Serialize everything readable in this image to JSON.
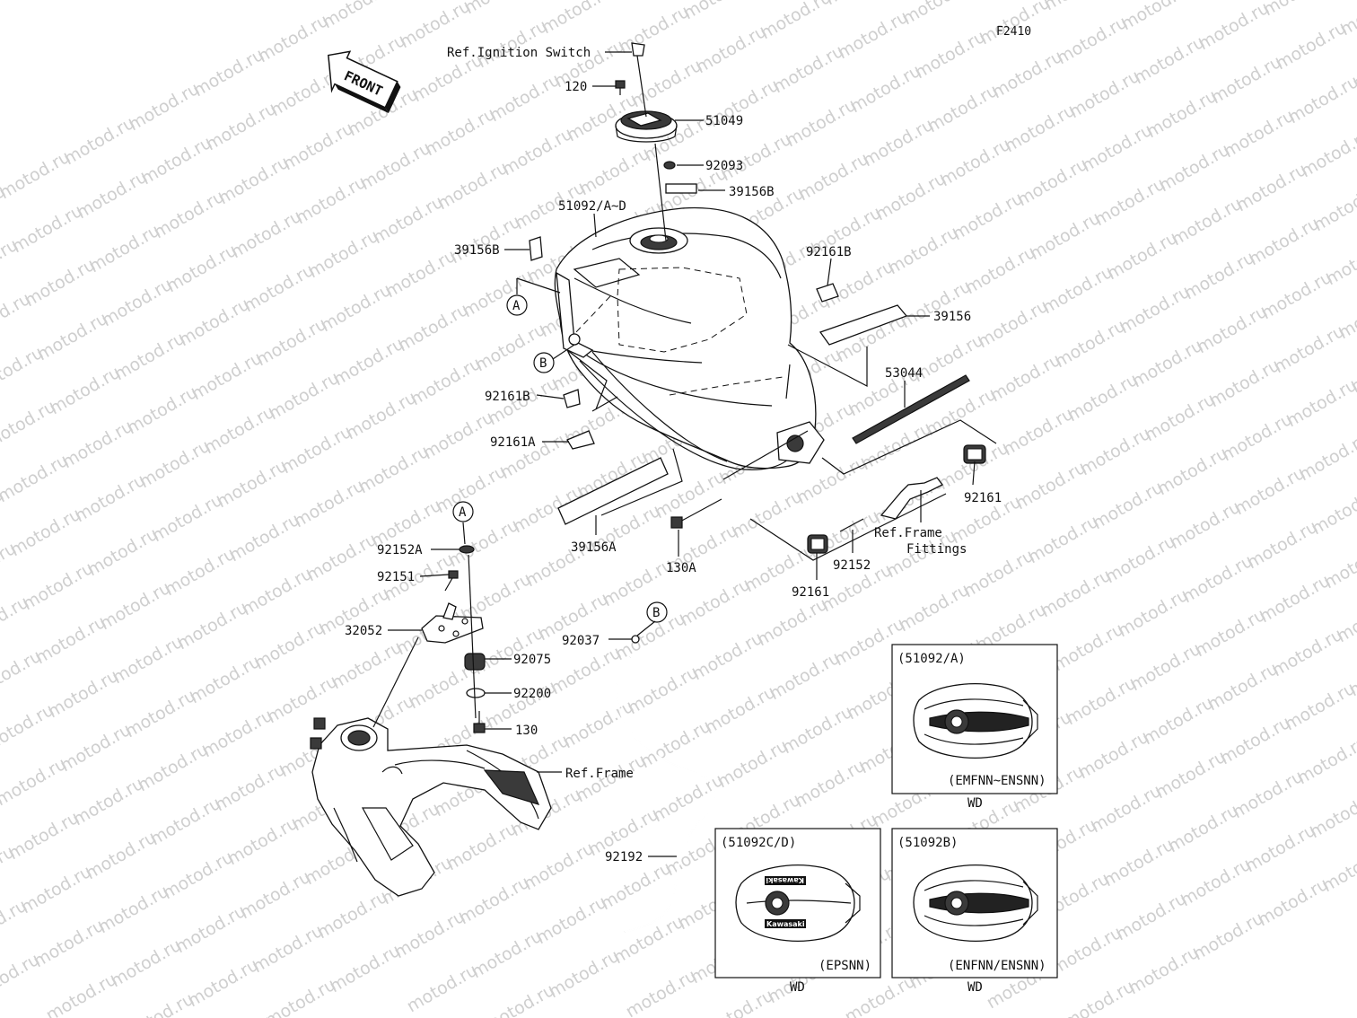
{
  "figure_code": "F2410",
  "watermark": "motod.ru",
  "front_arrow": "FRONT",
  "callouts": {
    "a": "A",
    "b": "B"
  },
  "labels": {
    "ref_ignition": "Ref.Ignition Switch",
    "p120": "120",
    "p51049": "51049",
    "p92093": "92093",
    "p39156b_top": "39156B",
    "p51092": "51092/A~D",
    "p39156b_left": "39156B",
    "p92161b_right": "92161B",
    "p39156": "39156",
    "p53044": "53044",
    "p92161b_left": "92161B",
    "p92161a": "92161A",
    "p92161_right": "92161",
    "ref_frame_fittings_1": "Ref.Frame",
    "ref_frame_fittings_2": "Fittings",
    "p39156a": "39156A",
    "p130a": "130A",
    "p92152": "92152",
    "p92161_bottom": "92161",
    "p92152a": "92152A",
    "p92151": "92151",
    "p32052": "32052",
    "p92075": "92075",
    "p92200": "92200",
    "p130": "130",
    "ref_frame": "Ref.Frame",
    "p92037": "92037",
    "p92192": "92192"
  },
  "variants": [
    {
      "title": "(51092/A)",
      "code": "(EMFNN~ENSNN)",
      "footer": "WD"
    },
    {
      "title": "(51092C/D)",
      "code": "(EPSNN)",
      "footer": "WD",
      "brand_top": "Kawasaki",
      "brand_bottom": "Kawasaki"
    },
    {
      "title": "(51092B)",
      "code": "(ENFNN/ENSNN)",
      "footer": "WD"
    }
  ]
}
